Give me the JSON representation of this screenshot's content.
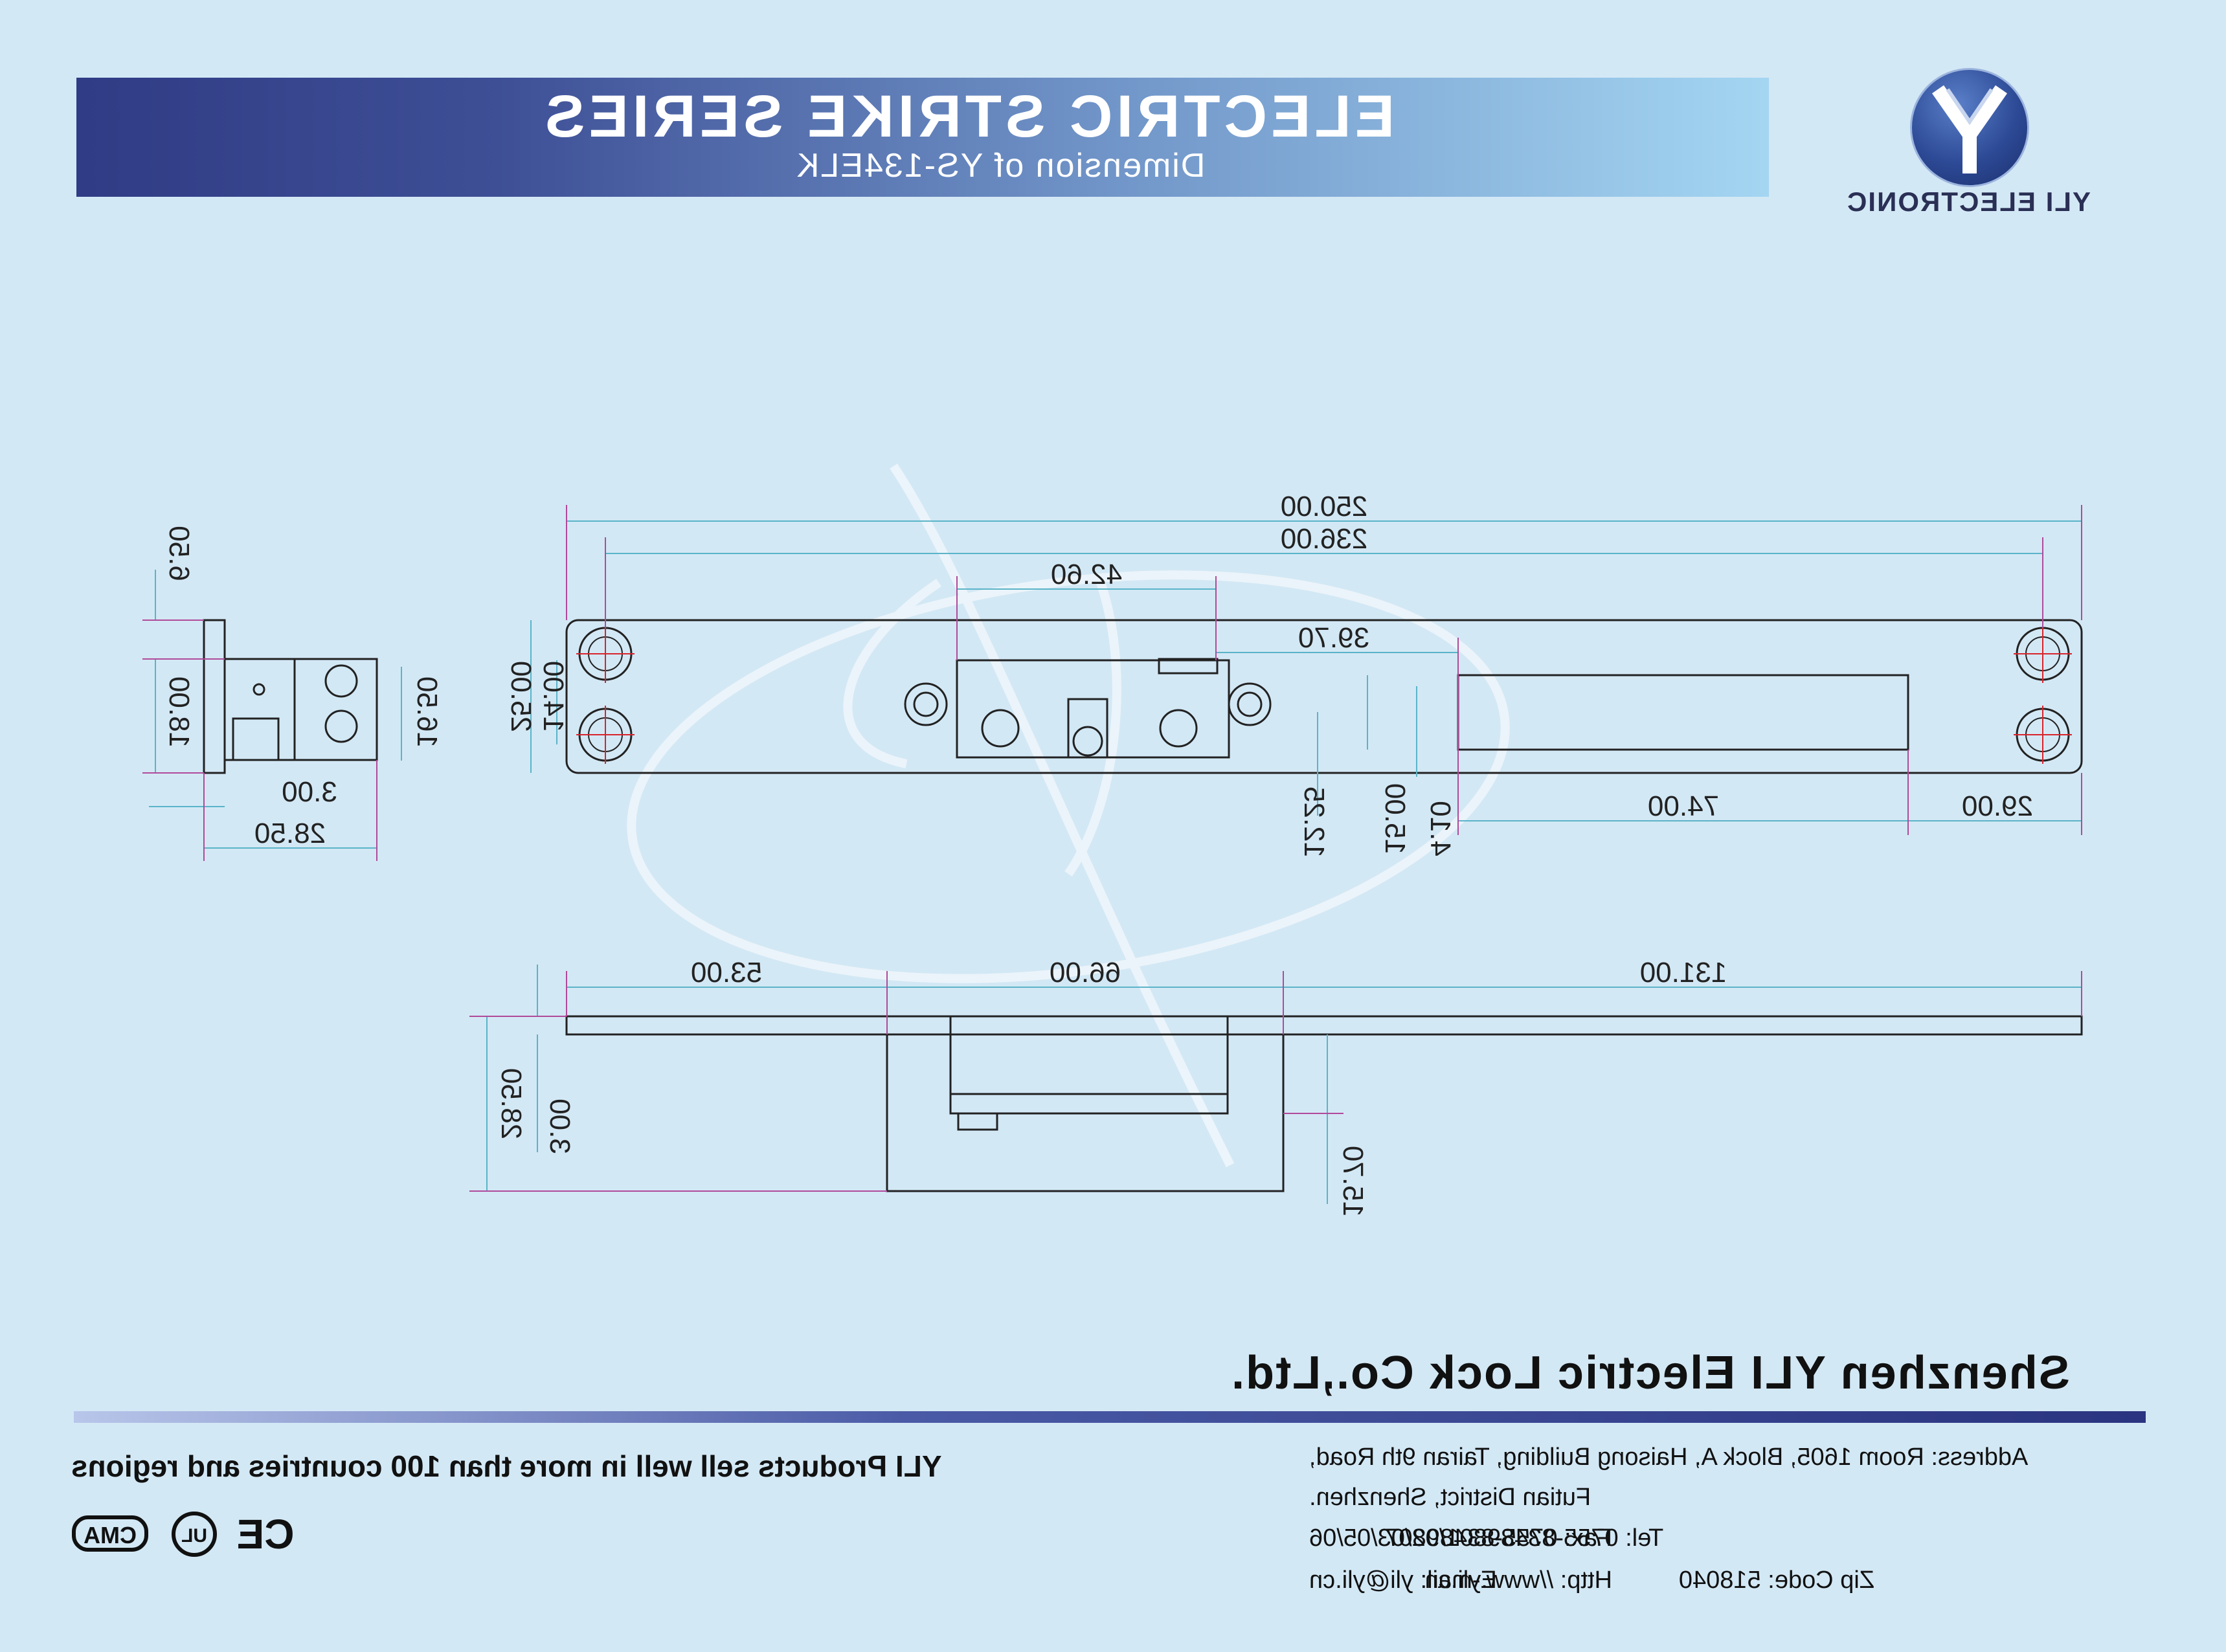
{
  "header": {
    "title": "ELECTRIC STRIKE SERIES",
    "subtitle": "Dimension of YS-134ELK",
    "logo_text": "YLI ELECTRONIC"
  },
  "dimensions": {
    "top_view": {
      "overall_length": "250.00",
      "hole_spacing": "236.00",
      "body_offset": "42.60",
      "slot_offset": "39.70",
      "slot_length": "74.00",
      "slot_end": "29.00",
      "plate_width": "25.00",
      "slot_width": "14.00",
      "lower_offset": "12.25",
      "slot_height": "15.00",
      "slot_margin": "4.10"
    },
    "side_view": {
      "flange_top": "6.50",
      "body_height": "18.00",
      "terminal_height": "16.50",
      "flange_thickness": "3.00",
      "total_depth": "28.50"
    },
    "front_view": {
      "left_segment": "53.00",
      "middle_segment": "66.00",
      "right_segment": "131.00",
      "body_depth": "28.50",
      "plate_thickness": "3.00",
      "lower_depth": "15.70"
    }
  },
  "footer": {
    "company": "Shenzhen YLI Electric Lock Co.,Ltd.",
    "slogan": "YLI Products sell well in more than 100 countries and regions",
    "address_line1": "Address: Room 1605, Block A, Haisong Building, Tairan 9th Road,",
    "address_line2": "Futian District, Shenzhen.",
    "tel": "Tel: 0755-83489801/02/03/05/06",
    "fax": "Fax: 0755-83489807",
    "email": "E-mail: yli@yli.cn",
    "zip": "Zip Code: 518040",
    "http": "Http: //www.yli.cn",
    "marks": [
      "CMA",
      "UL",
      "CE"
    ]
  },
  "colors": {
    "background": "#d3e8f5",
    "header_dark": "#303c85",
    "header_light": "#a4d6f2",
    "dimension_line": "#5ab4c8",
    "leader_line": "#b04a9a",
    "center_mark": "#d8232a"
  }
}
